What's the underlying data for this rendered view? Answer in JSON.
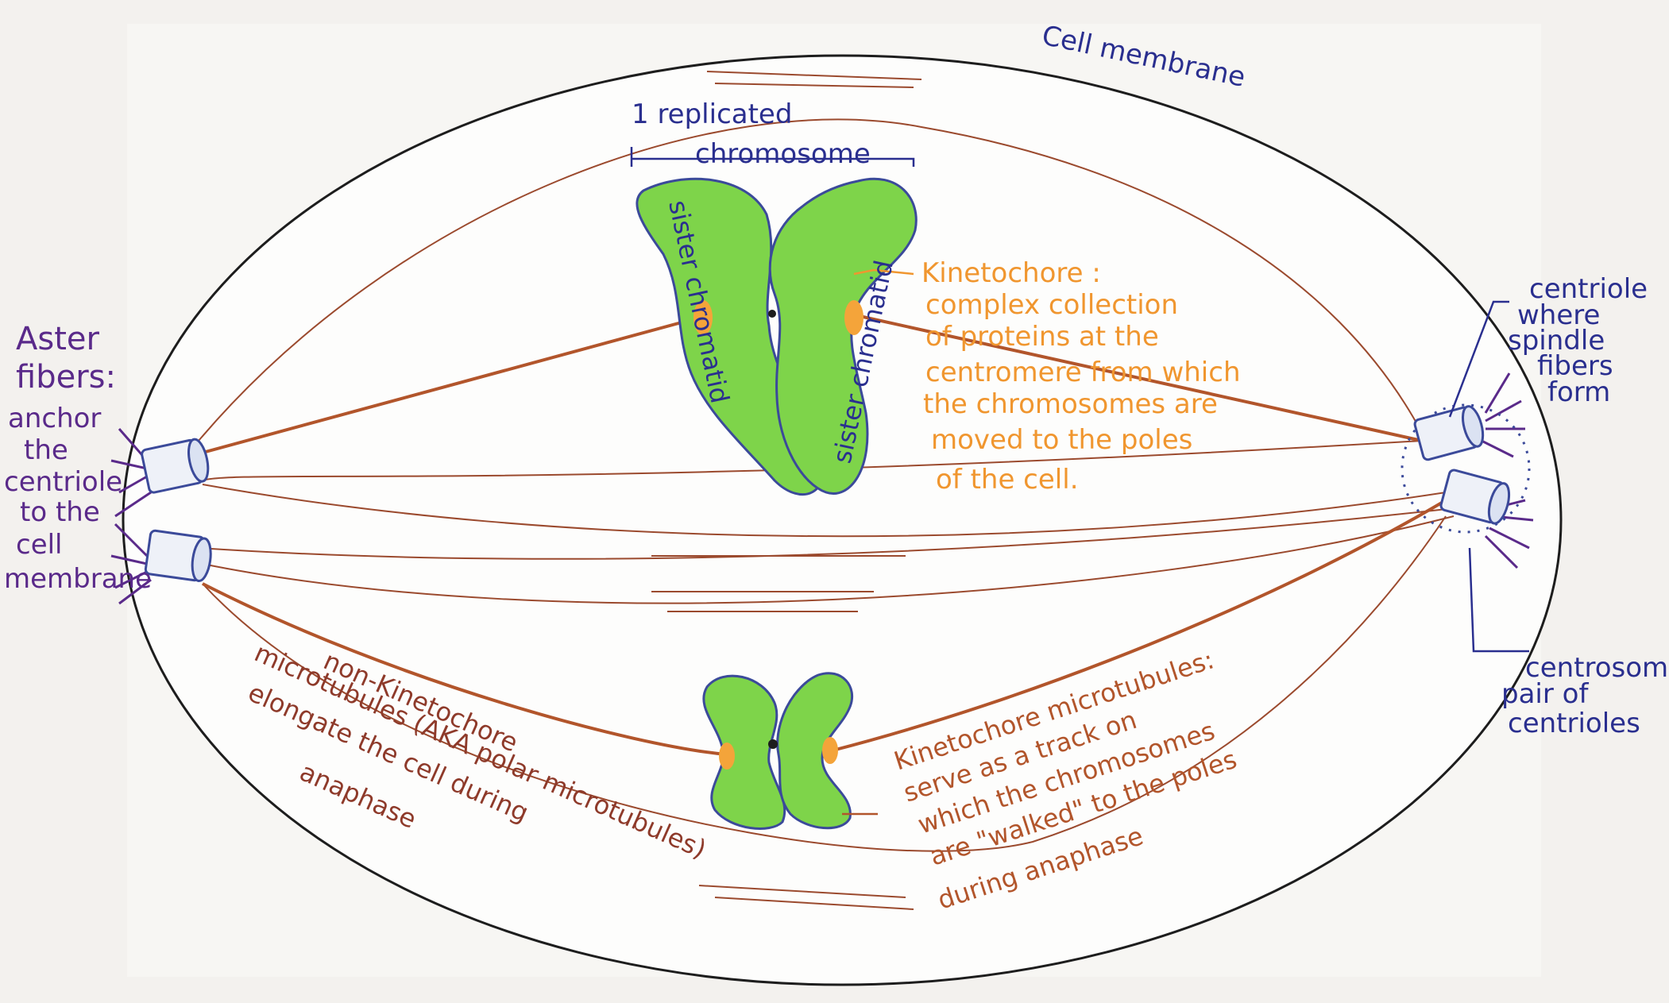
{
  "labels": {
    "cell_membrane": "Cell membrane",
    "replicated_chromosome": [
      "1 replicated",
      "chromosome"
    ],
    "sister_chromatid_left": "sister chromatid",
    "sister_chromatid_right": "sister chromatid",
    "kinetochore": [
      "Kinetochore :",
      "complex collection",
      "of proteins at the",
      "centromere from which",
      "the chromosomes are",
      "moved to the poles",
      "of the cell."
    ],
    "aster": [
      "Aster",
      "fibers:",
      "anchor",
      "the",
      "centriole",
      "to the",
      "cell",
      "membrane"
    ],
    "centriole": [
      "centriole",
      "where",
      "spindle",
      "fibers",
      "form"
    ],
    "centrosome": [
      "centrosome",
      "pair of",
      "centrioles"
    ],
    "non_kinetochore": [
      "non-Kinetochore",
      "microtubules (AKA polar microtubules)",
      "elongate the cell during",
      "anaphase"
    ],
    "kinetochore_microtubules": [
      "Kinetochore microtubules:",
      "serve as a track on",
      "which the chromosomes",
      "are \"walked\" to the poles",
      "during anaphase"
    ]
  },
  "colors": {
    "membrane": "#1d1d1d",
    "fiber": "#9b4a2e",
    "chromatid_fill": "#7ed44a",
    "chromatid_outline": "#3b4a9a",
    "kinetochore": "#f4a43a",
    "centriole": "#3b4a9a",
    "aster": "#5a2a8a"
  }
}
